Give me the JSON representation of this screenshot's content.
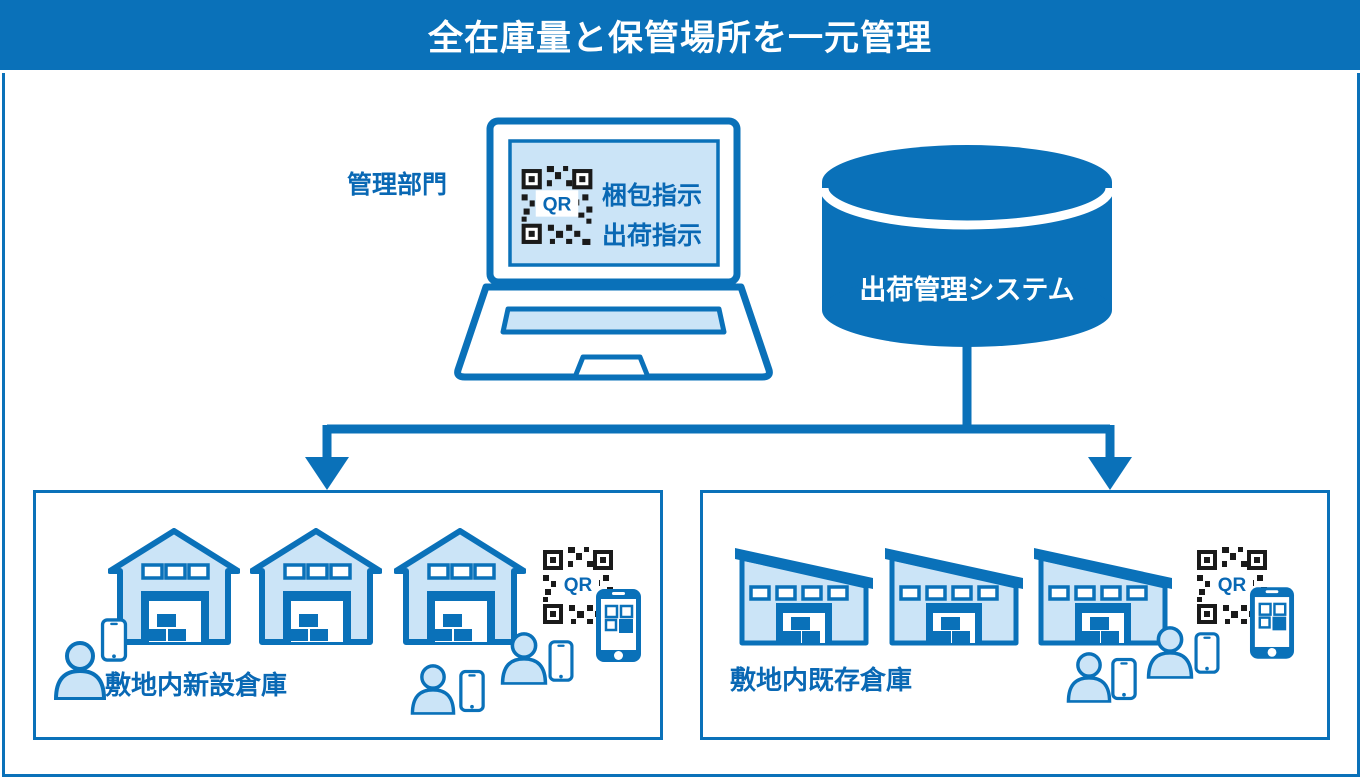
{
  "header": {
    "title": "全在庫量と保管場所を一元管理"
  },
  "management": {
    "department_label": "管理部門",
    "screen_instructions": [
      "梱包指示",
      "出荷指示"
    ]
  },
  "system": {
    "name": "出荷管理システム"
  },
  "qr_label": "QR",
  "zones": {
    "left": {
      "label": "敷地内新設倉庫",
      "warehouse_count": 3
    },
    "right": {
      "label": "敷地内既存倉庫",
      "warehouse_count": 3
    }
  },
  "colors": {
    "primary_blue": "#0a71b9",
    "light_blue": "#cbe4f7",
    "label_text_blue": "#0968b4",
    "qr_black": "#1a1a1a",
    "background": "#ffffff"
  }
}
